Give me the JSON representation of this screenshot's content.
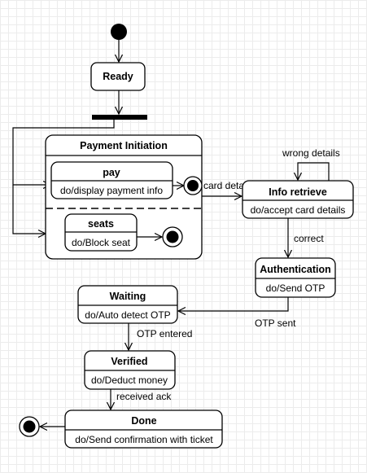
{
  "states": {
    "ready": {
      "title": "Ready"
    },
    "payment_initiation": {
      "title": "Payment Initiation"
    },
    "pay": {
      "title": "pay",
      "activity": "do/display payment info"
    },
    "seats": {
      "title": "seats",
      "activity": "do/Block seat"
    },
    "info_retrieve": {
      "title": "Info retrieve",
      "activity": "do/accept card details"
    },
    "authentication": {
      "title": "Authentication",
      "activity": "do/Send OTP"
    },
    "waiting": {
      "title": "Waiting",
      "activity": "do/Auto detect OTP"
    },
    "verified": {
      "title": "Verified",
      "activity": "do/Deduct money"
    },
    "done": {
      "title": "Done",
      "activity": "do/Send confirmation with ticket"
    }
  },
  "transitions": {
    "card_details": "card details",
    "wrong_details": "wrong details",
    "correct": "correct",
    "otp_sent": "OTP sent",
    "otp_entered": "OTP entered",
    "received_ack": "received ack"
  }
}
